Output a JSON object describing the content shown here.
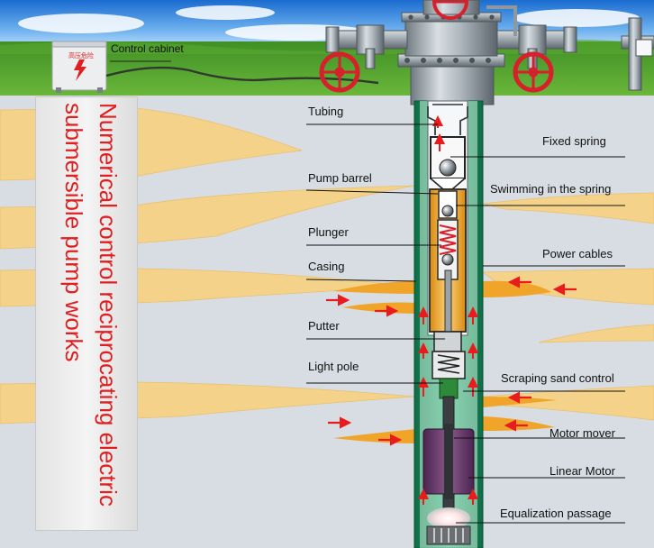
{
  "title": {
    "line1": "Numerical control reciprocating electric",
    "line2": "submersible pump works"
  },
  "cabinet": {
    "label": "Control cabinet",
    "sign": "高压危险"
  },
  "labels_left": {
    "tubing": "Tubing",
    "pump_barrel": "Pump barrel",
    "plunger": "Plunger",
    "casing": "Casing",
    "putter": "Putter",
    "light_pole": "Light pole"
  },
  "labels_right": {
    "fixed_spring": "Fixed spring",
    "swimming_spring": "Swimming in the spring",
    "power_cables": "Power cables",
    "scraping_sand": "Scraping sand control",
    "motor_mover": "Motor mover",
    "linear_motor": "Linear Motor",
    "equalization": "Equalization passage"
  },
  "colors": {
    "sky_top": "#1e74d4",
    "grass": "#4f9e2c",
    "ground": "#d7dde2",
    "strata": "#f4d289",
    "title_red": "#e02020",
    "casing_green": "#1f8f5f",
    "barrel_orange": "#f2b134",
    "motor_purple": "#6a3a6a",
    "flow_arrow": "#e81c1c",
    "valve_red": "#d6202b"
  }
}
